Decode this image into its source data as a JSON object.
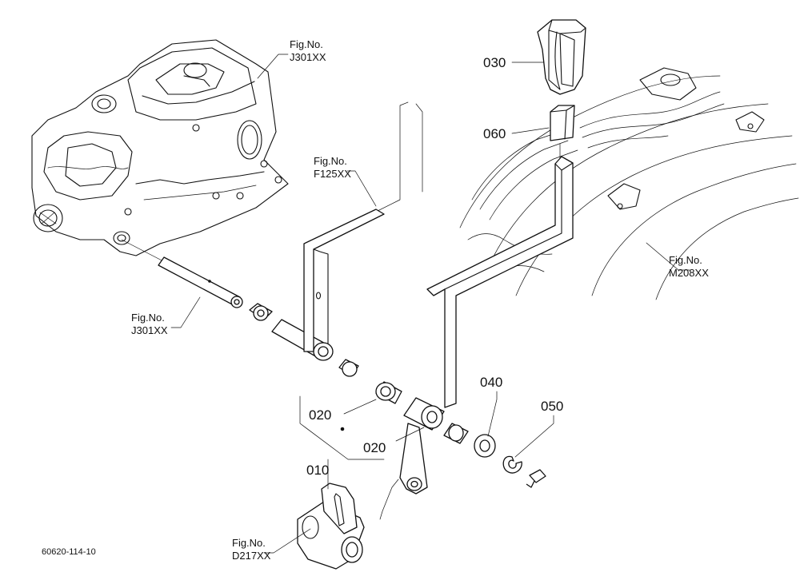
{
  "drawing_code": "60620-114-10",
  "references": {
    "gearbox_top": {
      "line1": "Fig.No.",
      "line2": "J301XX"
    },
    "gearbox_left": {
      "line1": "Fig.No.",
      "line2": "J301XX"
    },
    "f125": {
      "line1": "Fig.No.",
      "line2": "F125XX"
    },
    "m208": {
      "line1": "Fig.No.",
      "line2": "M208XX"
    },
    "d217": {
      "line1": "Fig.No.",
      "line2": "D217XX"
    }
  },
  "parts": {
    "p010": "010",
    "p020a": "020",
    "p020b": "020",
    "p030": "030",
    "p040": "040",
    "p050": "050",
    "p060": "060"
  }
}
